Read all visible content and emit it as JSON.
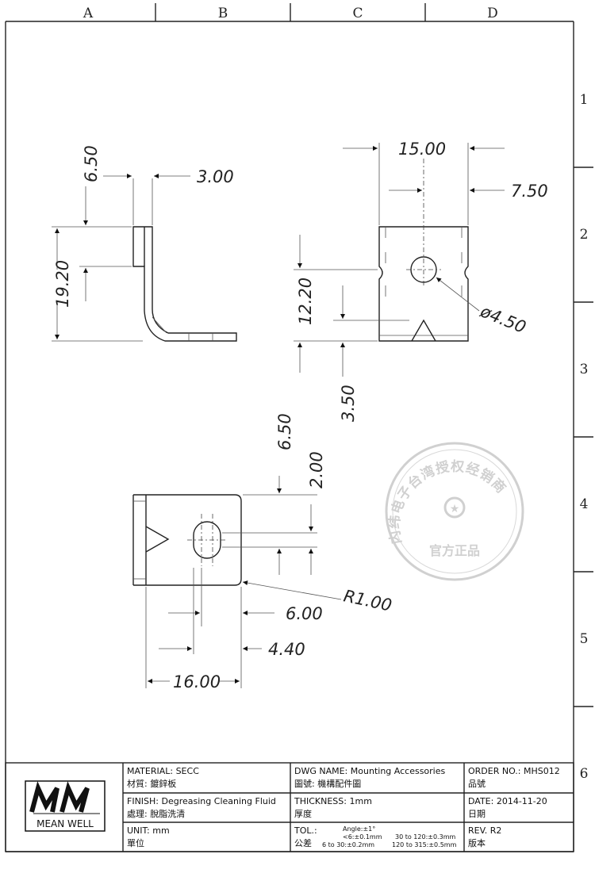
{
  "zones": {
    "columns": [
      "A",
      "B",
      "C",
      "D"
    ],
    "rows": [
      "1",
      "2",
      "3",
      "4",
      "5",
      "6"
    ]
  },
  "views": {
    "side": {
      "dims": [
        "6.50",
        "3.00",
        "19.20"
      ]
    },
    "front": {
      "dims": [
        "15.00",
        "7.50",
        "12.20",
        "3.50",
        "ø4.50"
      ]
    },
    "bottom": {
      "dims": [
        "6.50",
        "2.00",
        "R1.00",
        "6.00",
        "4.40",
        "16.00"
      ]
    }
  },
  "watermark": {
    "arc_text": "内纬电子台湾授权经销商",
    "center_text": "官方正品"
  },
  "title_block": {
    "logo_text": "MEAN WELL",
    "material_label": "MATERIAL:",
    "material_value": "SECC",
    "material_cn": "材質: 鍍鋅板",
    "dwg_name_label": "DWG NAME:",
    "dwg_name_value": "Mounting Accessories",
    "dwg_name_cn": "圖號: 機構配件圖",
    "order_label": "ORDER NO.:",
    "order_value": "MHS012",
    "order_cn": "品號",
    "finish_label": "FINISH:",
    "finish_value": "Degreasing Cleaning Fluid",
    "finish_cn": "處理: 脫脂洗清",
    "thickness_label": "THICKNESS:",
    "thickness_value": "1mm",
    "thickness_cn": "厚度",
    "date_label": "DATE:",
    "date_value": "2014-11-20",
    "date_cn": "日期",
    "unit_label": "UNIT:",
    "unit_value": "mm",
    "unit_cn": "單位",
    "tol_label": "TOL.:",
    "tol_cn": "公差",
    "tol_angle": "Angle:±1°",
    "tol_1": "<6:±0.1mm",
    "tol_2": "6 to  30:±0.2mm",
    "tol_3": "30 to 120:±0.3mm",
    "tol_4": "120 to 315:±0.5mm",
    "rev_label": "REV.",
    "rev_value": "R2",
    "rev_cn": "版本"
  }
}
